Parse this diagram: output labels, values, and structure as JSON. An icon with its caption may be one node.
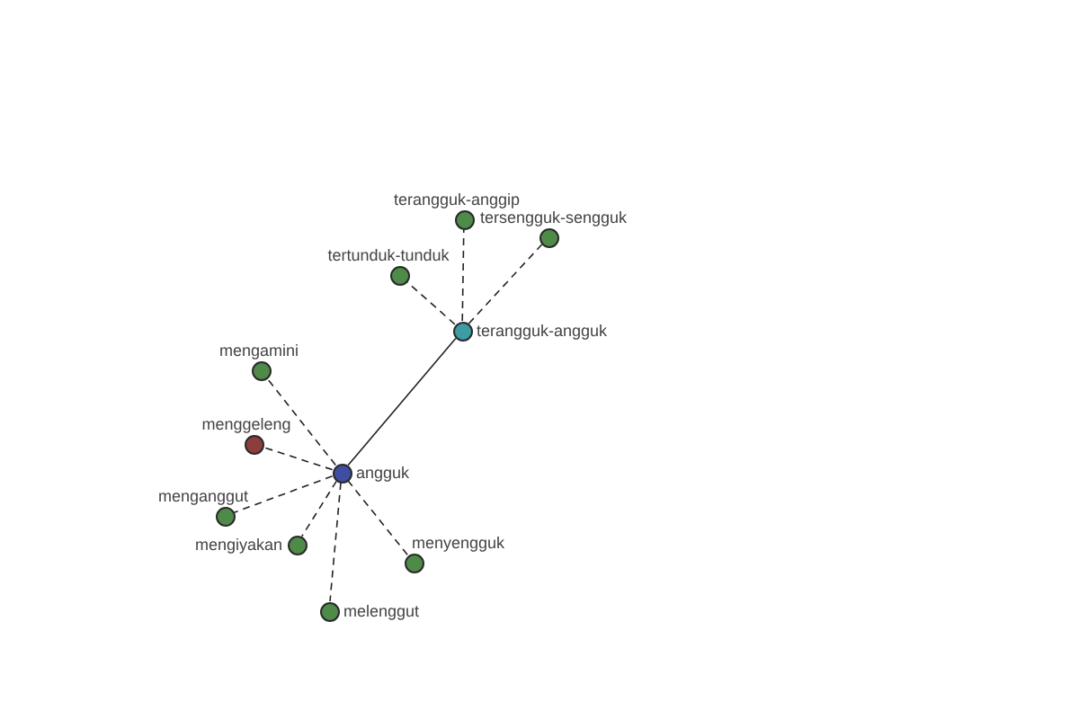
{
  "diagram": {
    "nodes": [
      {
        "text": [
          "terangguk-anggip"
        ]
      },
      {
        "text": [
          "tersengguk-sengguk"
        ]
      },
      {
        "text": [
          "tertunduk-tunduk"
        ]
      },
      {
        "text": [
          "terangguk-angguk"
        ]
      },
      {
        "text": [
          "mengamini"
        ]
      },
      {
        "text": [
          "menggeleng"
        ]
      },
      {
        "text": [
          "angguk"
        ]
      },
      {
        "text": [
          "menganggut"
        ]
      },
      {
        "text": [
          "mengiyakan"
        ]
      },
      {
        "text": [
          "menyengguk"
        ]
      },
      {
        "text": [
          "melenggut"
        ]
      }
    ],
    "edges": [
      {
        "from": 6,
        "to": 3,
        "arrow": "none"
      },
      {
        "from": 3,
        "to": 0,
        "arrow": "none",
        "style": "dashed"
      },
      {
        "from": 3,
        "to": 1,
        "arrow": "none",
        "style": "dashed"
      },
      {
        "from": 3,
        "to": 2,
        "arrow": "none",
        "style": "dashed"
      },
      {
        "from": 6,
        "to": 4,
        "arrow": "none",
        "style": "dashed"
      },
      {
        "from": 6,
        "to": 5,
        "arrow": "none",
        "style": "dashed"
      },
      {
        "from": 6,
        "to": 7,
        "arrow": "none",
        "style": "dashed"
      },
      {
        "from": 6,
        "to": 8,
        "arrow": "none",
        "style": "dashed"
      },
      {
        "from": 6,
        "to": 9,
        "arrow": "none",
        "style": "dashed"
      },
      {
        "from": 6,
        "to": 10,
        "arrow": "none",
        "style": "dashed"
      }
    ]
  }
}
